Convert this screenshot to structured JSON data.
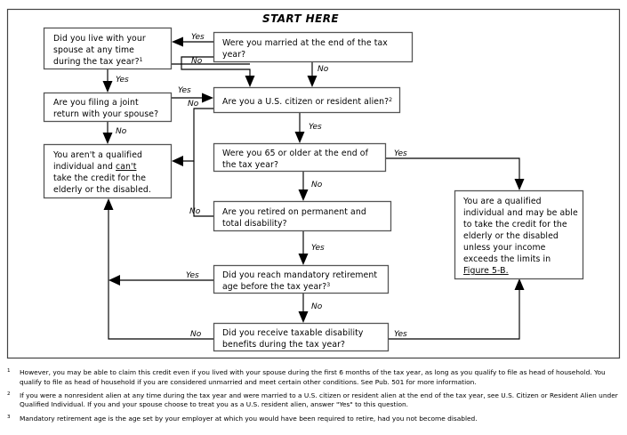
{
  "figure": {
    "start_label": "START HERE",
    "nodes": {
      "lived_with_spouse": {
        "id": "lived-with-spouse",
        "lines": [
          "Did you live with your",
          "spouse at any time",
          "during the tax year?"
        ],
        "footnote_ref": "1"
      },
      "married_end_of_year": {
        "id": "married-at-end-of-tax-year",
        "lines": [
          "Were you married at the end of the tax",
          "year?"
        ],
        "footnote_ref": ""
      },
      "joint_return": {
        "id": "filing-joint-return",
        "lines": [
          "Are you filing a joint",
          "return with your spouse?"
        ],
        "footnote_ref": ""
      },
      "us_citizen": {
        "id": "us-citizen-or-resident-alien",
        "lines": [
          "Are you a U.S. citizen or resident alien?"
        ],
        "footnote_ref": "2"
      },
      "not_qualified": {
        "id": "not-a-qualified-individual",
        "lines": [
          "You aren't a qualified",
          "individual and can't",
          "take the credit for the",
          "elderly or the disabled."
        ],
        "underline_word": "can't",
        "footnote_ref": ""
      },
      "age_65": {
        "id": "were-you-65-or-older",
        "lines": [
          "Were you 65 or older at the end of",
          "the tax year?"
        ],
        "footnote_ref": ""
      },
      "retired_disability": {
        "id": "retired-on-permanent-total-disability",
        "lines": [
          "Are you retired on permanent and",
          "total disability?"
        ],
        "footnote_ref": ""
      },
      "mandatory_retirement": {
        "id": "mandatory-retirement-age",
        "lines": [
          "Did you reach mandatory retirement",
          "age before the tax year?"
        ],
        "footnote_ref": "3"
      },
      "taxable_disability": {
        "id": "taxable-disability-benefits",
        "lines": [
          "Did you receive taxable disability",
          "benefits during the tax year?"
        ],
        "footnote_ref": ""
      },
      "qualified": {
        "id": "qualified-individual",
        "lines": [
          "You are a qualified",
          "individual and may be able",
          "to take the credit for the",
          "elderly or the disabled",
          "unless your income",
          "exceeds the limits in",
          "Figure 5-B."
        ],
        "underline_word": "Figure 5-B.",
        "footnote_ref": ""
      }
    },
    "edge_labels": {
      "married_yes": "Yes",
      "married_no_left": "No",
      "married_no_down": "No",
      "lived_yes": "Yes",
      "joint_yes": "Yes",
      "joint_no": "No",
      "citizen_no": "No",
      "citizen_yes": "Yes",
      "age65_yes": "Yes",
      "age65_no": "No",
      "retired_no": "No",
      "retired_yes": "Yes",
      "mandatory_yes": "Yes",
      "mandatory_no": "No",
      "taxable_no": "No",
      "taxable_yes": "Yes"
    }
  },
  "footnotes": [
    {
      "marker": "1",
      "text": "However, you may be able to claim this credit even if you lived with your spouse during the first 6 months of the tax year, as long as you qualify to file as head of household. You qualify to file as head of household if you are considered unmarried and meet certain other conditions. See Pub. 501 for more information."
    },
    {
      "marker": "2",
      "text": "If you were a nonresident alien at any time during the tax year and were married to a U.S. citizen or resident alien at the end of the tax year, see U.S. Citizen or Resident Alien under Qualified Individual. If you and your spouse choose to treat you as a U.S. resident alien, answer \"Yes\" to this question."
    },
    {
      "marker": "3",
      "text": "Mandatory retirement age is the age set by your employer at which you would have been required to retire, had you not become disabled."
    }
  ],
  "colors": {
    "frame": "#444444",
    "box_stroke": "#555555",
    "line": "#000000",
    "text": "#000000",
    "background": "#ffffff"
  }
}
